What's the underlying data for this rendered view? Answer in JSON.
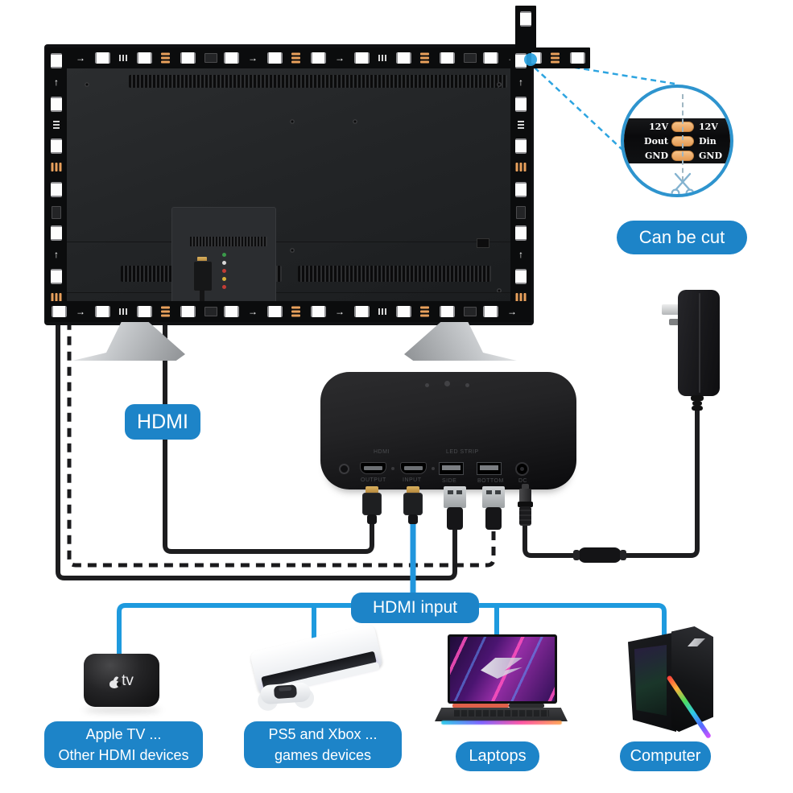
{
  "colors": {
    "accent_blue": "#1d84c8",
    "line_blue": "#1e9ade",
    "pad_copper": "#e59a54",
    "strip_black": "#0b0c0d"
  },
  "inset": {
    "caption": "Can be cut",
    "left_pins": [
      "12V",
      "Dout",
      "GND"
    ],
    "right_pins": [
      "12V",
      "Din",
      "GND"
    ]
  },
  "labels": {
    "hdmi_cable": "HDMI",
    "hdmi_input": "HDMI input"
  },
  "box": {
    "headers": [
      "HDMI",
      "LED STRIP"
    ],
    "ports": [
      "OUTPUT",
      "INPUT",
      "SIDE",
      "BOTTOM",
      "DC"
    ]
  },
  "apple_tv": {
    "logo_text": "tv"
  },
  "device_labels": [
    {
      "lines": [
        "Apple TV ...",
        "Other HDMI devices"
      ]
    },
    {
      "lines": [
        "PS5 and Xbox ...",
        "games devices"
      ]
    },
    {
      "lines": [
        "Laptops"
      ]
    },
    {
      "lines": [
        "Computer"
      ]
    }
  ]
}
